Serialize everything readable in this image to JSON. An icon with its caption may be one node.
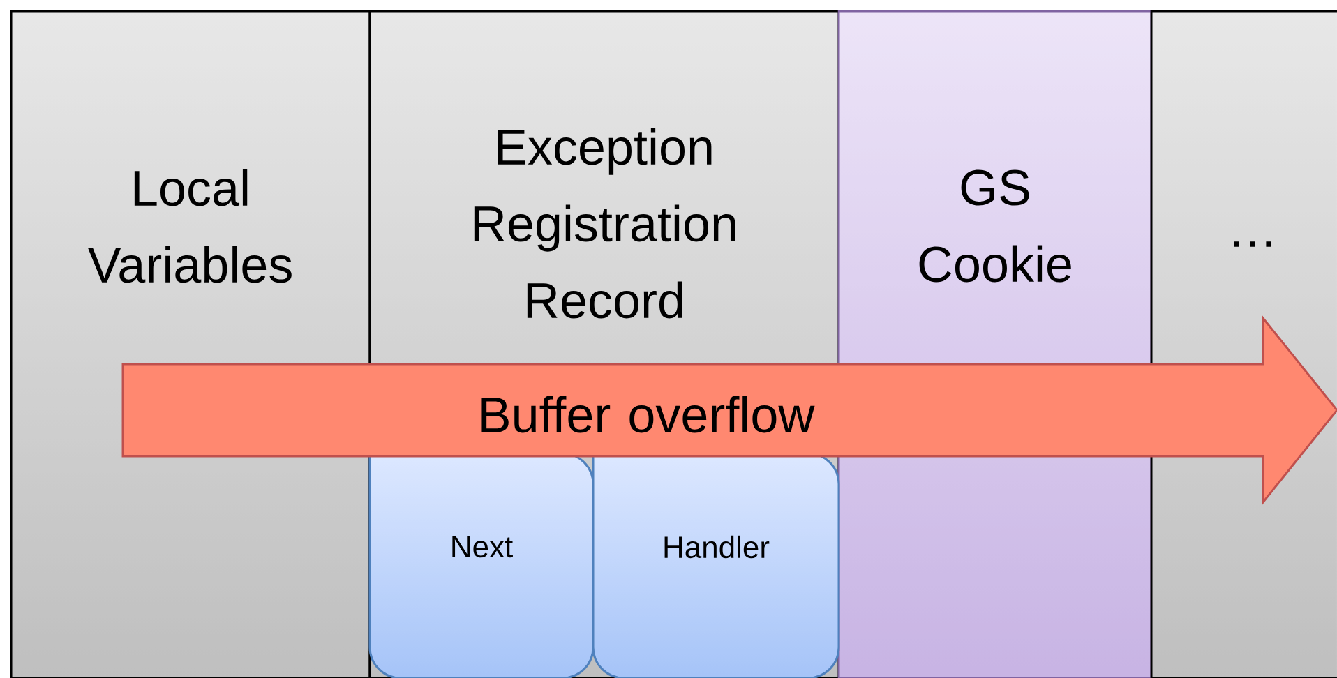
{
  "diagram": {
    "nodes": [
      {
        "text": [
          "Local Variables"
        ]
      },
      {
        "text": [
          "Exception Registration Record"
        ]
      },
      {
        "text": [
          "Next"
        ],
        "in": 1
      },
      {
        "text": [
          "Handler"
        ],
        "in": 1
      },
      {
        "text": [
          "GS Cookie"
        ]
      },
      {
        "text": [
          "…"
        ]
      },
      {
        "text": [
          "Buffer overflow"
        ]
      }
    ]
  }
}
